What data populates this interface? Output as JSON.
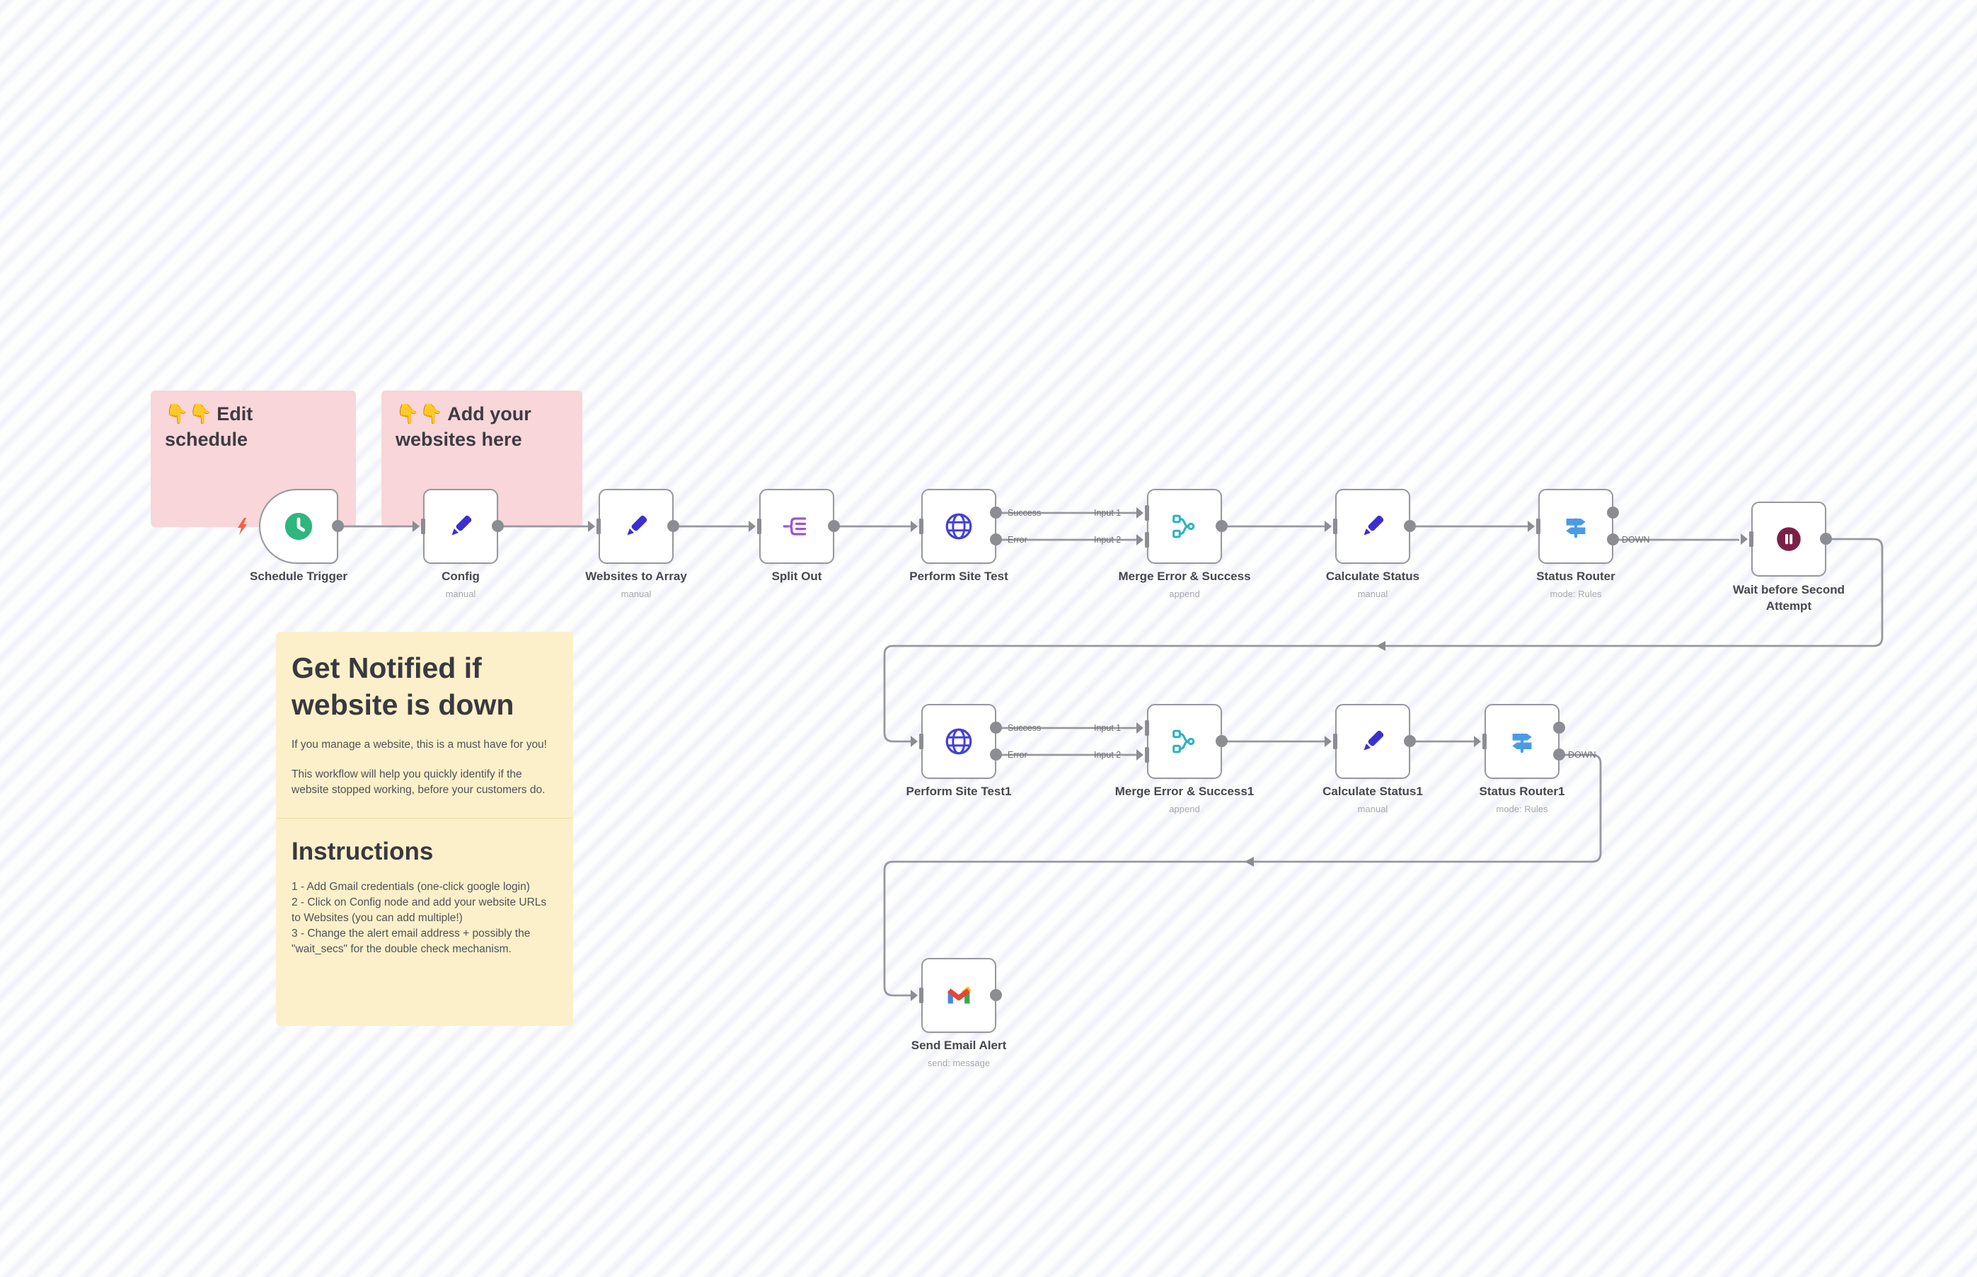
{
  "stickies": {
    "edit_schedule": {
      "emoji": "👇👇",
      "title": "Edit schedule"
    },
    "add_websites": {
      "emoji": "👇👇",
      "title": "Add your websites here"
    },
    "info": {
      "heading": "Get Notified if website is down",
      "p1": "If you manage a website, this is a must have for you!",
      "p2": "This workflow will help you quickly identify if the website stopped working, before your customers do.",
      "instructions_heading": "Instructions",
      "steps": [
        "1 - Add Gmail credentials (one-click google login)",
        "2 - Click on Config node and add your website URLs to Websites (you can add multiple!)",
        "3 - Change the alert email address + possibly the \"wait_secs\" for the double check mechanism."
      ]
    }
  },
  "nodes": [
    {
      "label": "Schedule Trigger",
      "icon": "clock"
    },
    {
      "label": "Config",
      "subtitle": "manual",
      "icon": "pencil"
    },
    {
      "label": "Websites to Array",
      "subtitle": "manual",
      "icon": "pencil"
    },
    {
      "label": "Split Out",
      "icon": "split"
    },
    {
      "label": "Perform Site Test",
      "icon": "globe",
      "outputs": [
        "Success",
        "Error"
      ]
    },
    {
      "label": "Merge Error & Success",
      "subtitle": "append",
      "icon": "merge",
      "inputs": [
        "Input 1",
        "Input 2"
      ]
    },
    {
      "label": "Calculate Status",
      "subtitle": "manual",
      "icon": "pencil"
    },
    {
      "label": "Status Router",
      "subtitle": "mode: Rules",
      "icon": "signpost",
      "outputs": [
        "",
        "DOWN"
      ]
    },
    {
      "label": "Wait before Second Attempt",
      "icon": "pause"
    },
    {
      "label": "Perform Site Test1",
      "icon": "globe",
      "outputs": [
        "Success",
        "Error"
      ]
    },
    {
      "label": "Merge Error & Success1",
      "subtitle": "append",
      "icon": "merge",
      "inputs": [
        "Input 1",
        "Input 2"
      ]
    },
    {
      "label": "Calculate Status1",
      "subtitle": "manual",
      "icon": "pencil"
    },
    {
      "label": "Status Router1",
      "subtitle": "mode: Rules",
      "icon": "signpost",
      "outputs": [
        "",
        "DOWN"
      ]
    },
    {
      "label": "Send Email Alert",
      "subtitle": "send: message",
      "icon": "gmail"
    }
  ],
  "colors": {
    "sticky_pink": "#f8d6d9",
    "sticky_yellow": "#fcf0ca",
    "node_border": "#98979e",
    "wire_gray": "#98979e",
    "trigger_green": "#2eb67d",
    "pencil_blue": "#3b2fd4",
    "globe_blue": "#4340d8",
    "split_purple": "#9a55d3",
    "merge_teal": "#29b3c5",
    "router_blue": "#4a9be5",
    "wait_maroon": "#7c2146",
    "bolt_red": "#f25f4a"
  }
}
